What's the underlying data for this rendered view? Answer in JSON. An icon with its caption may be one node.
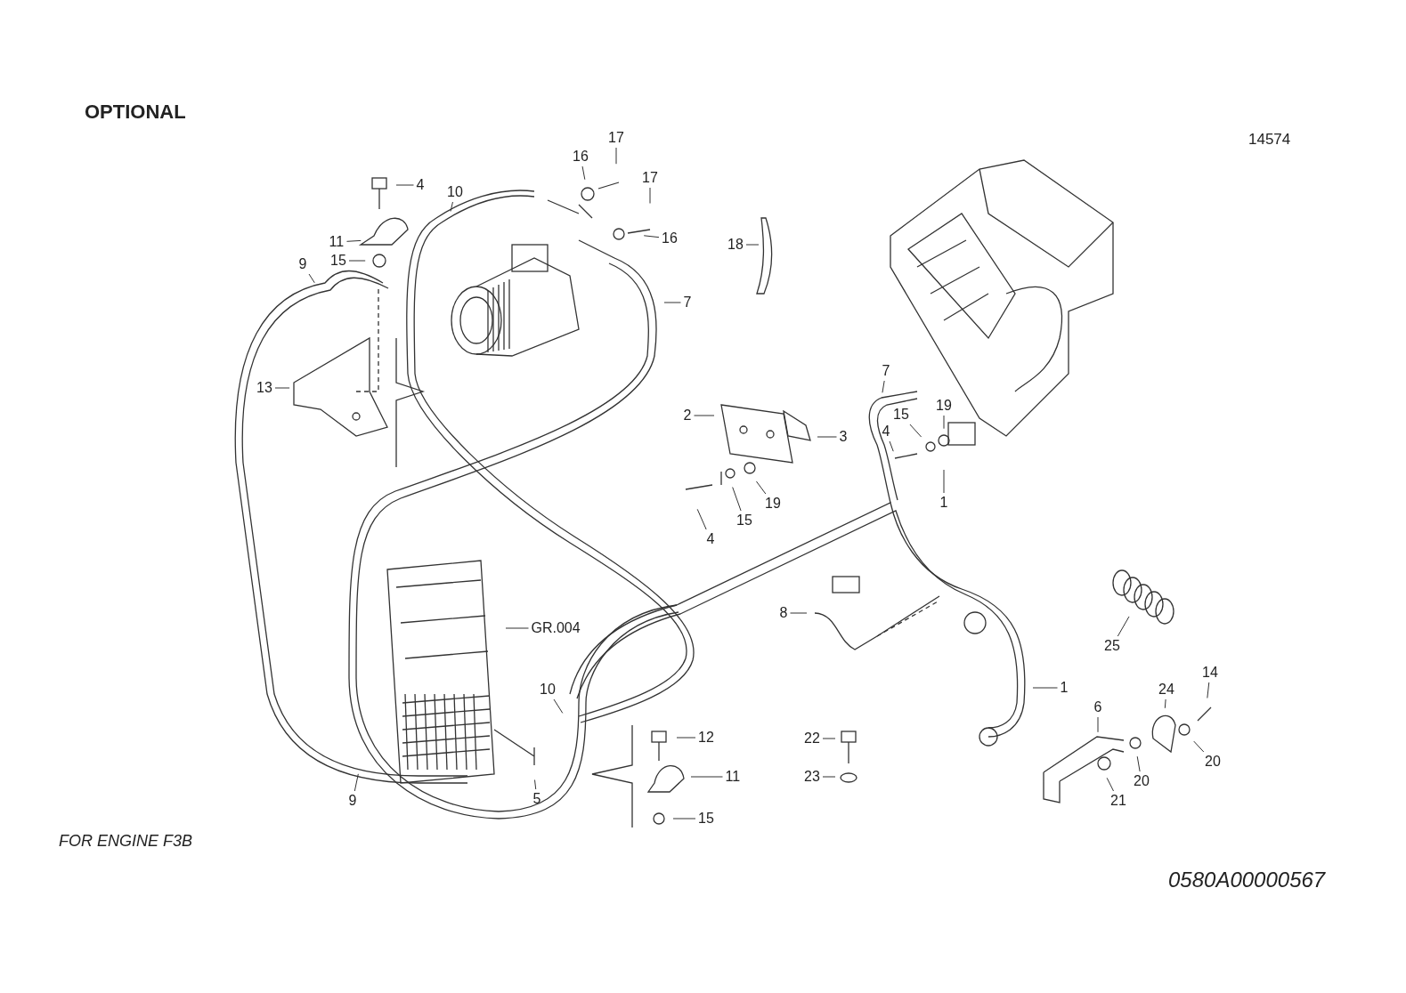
{
  "diagram": {
    "title": "OPTIONAL",
    "nodes": [
      {
        "text": [
          "4"
        ]
      },
      {
        "text": [
          "10"
        ]
      },
      {
        "text": [
          "11"
        ]
      },
      {
        "text": [
          "15"
        ]
      },
      {
        "text": [
          "9"
        ]
      },
      {
        "text": [
          "16"
        ]
      },
      {
        "text": [
          "17"
        ]
      },
      {
        "text": [
          "17"
        ]
      },
      {
        "text": [
          "16"
        ]
      },
      {
        "text": [
          "7"
        ]
      },
      {
        "text": [
          "18"
        ]
      },
      {
        "text": [
          "13"
        ]
      },
      {
        "text": [
          "7"
        ]
      },
      {
        "text": [
          "2"
        ]
      },
      {
        "text": [
          "3"
        ]
      },
      {
        "text": [
          "4"
        ]
      },
      {
        "text": [
          "15"
        ]
      },
      {
        "text": [
          "19"
        ]
      },
      {
        "text": [
          "1"
        ]
      },
      {
        "text": [
          "4"
        ]
      },
      {
        "text": [
          "15"
        ]
      },
      {
        "text": [
          "19"
        ]
      },
      {
        "text": [
          "8"
        ]
      },
      {
        "text": [
          "25"
        ]
      },
      {
        "text": [
          "GR.004"
        ]
      },
      {
        "text": [
          "10"
        ]
      },
      {
        "text": [
          "1"
        ]
      },
      {
        "text": [
          "24"
        ]
      },
      {
        "text": [
          "14"
        ]
      },
      {
        "text": [
          "6"
        ]
      },
      {
        "text": [
          "12"
        ]
      },
      {
        "text": [
          "22"
        ]
      },
      {
        "text": [
          "11"
        ]
      },
      {
        "text": [
          "23"
        ]
      },
      {
        "text": [
          "5"
        ]
      },
      {
        "text": [
          "9"
        ]
      },
      {
        "text": [
          "15"
        ]
      },
      {
        "text": [
          "20"
        ]
      },
      {
        "text": [
          "20"
        ]
      },
      {
        "text": [
          "21"
        ]
      }
    ],
    "edges": [
      {
        "from": 0,
        "to": null,
        "arrow": "none"
      },
      {
        "from": 1,
        "to": null,
        "arrow": "none"
      },
      {
        "from": 2,
        "to": null,
        "arrow": "none"
      },
      {
        "from": 3,
        "to": null,
        "arrow": "none"
      },
      {
        "from": 4,
        "to": null,
        "arrow": "none"
      },
      {
        "from": 5,
        "to": null,
        "arrow": "none"
      },
      {
        "from": 6,
        "to": null,
        "arrow": "none"
      },
      {
        "from": 7,
        "to": null,
        "arrow": "none"
      },
      {
        "from": 8,
        "to": null,
        "arrow": "none"
      },
      {
        "from": 9,
        "to": null,
        "arrow": "none"
      },
      {
        "from": 10,
        "to": null,
        "arrow": "none"
      },
      {
        "from": 11,
        "to": null,
        "arrow": "none"
      },
      {
        "from": 12,
        "to": null,
        "arrow": "none"
      },
      {
        "from": 13,
        "to": null,
        "arrow": "none"
      },
      {
        "from": 14,
        "to": null,
        "arrow": "none"
      },
      {
        "from": 15,
        "to": null,
        "arrow": "none"
      },
      {
        "from": 16,
        "to": null,
        "arrow": "none"
      },
      {
        "from": 17,
        "to": null,
        "arrow": "none"
      },
      {
        "from": 18,
        "to": null,
        "arrow": "none"
      },
      {
        "from": 19,
        "to": null,
        "arrow": "none"
      },
      {
        "from": 20,
        "to": null,
        "arrow": "none"
      },
      {
        "from": 21,
        "to": null,
        "arrow": "none"
      },
      {
        "from": 22,
        "to": null,
        "arrow": "none"
      },
      {
        "from": 23,
        "to": null,
        "arrow": "none"
      },
      {
        "from": 24,
        "to": null,
        "arrow": "none"
      },
      {
        "from": 25,
        "to": null,
        "arrow": "none"
      },
      {
        "from": 26,
        "to": null,
        "arrow": "none"
      },
      {
        "from": 27,
        "to": null,
        "arrow": "none"
      },
      {
        "from": 28,
        "to": null,
        "arrow": "none"
      },
      {
        "from": 29,
        "to": null,
        "arrow": "none"
      },
      {
        "from": 30,
        "to": null,
        "arrow": "none"
      },
      {
        "from": 31,
        "to": null,
        "arrow": "none"
      },
      {
        "from": 32,
        "to": null,
        "arrow": "none"
      },
      {
        "from": 33,
        "to": null,
        "arrow": "none"
      },
      {
        "from": 34,
        "to": null,
        "arrow": "none"
      },
      {
        "from": 35,
        "to": null,
        "arrow": "none"
      },
      {
        "from": 36,
        "to": null,
        "arrow": "none"
      },
      {
        "from": 37,
        "to": null,
        "arrow": "none"
      },
      {
        "from": 38,
        "to": null,
        "arrow": "none"
      },
      {
        "from": 39,
        "to": null,
        "arrow": "none"
      }
    ],
    "labels": [
      "14574",
      "FOR ENGINE F3B",
      "0580A00000567"
    ]
  }
}
